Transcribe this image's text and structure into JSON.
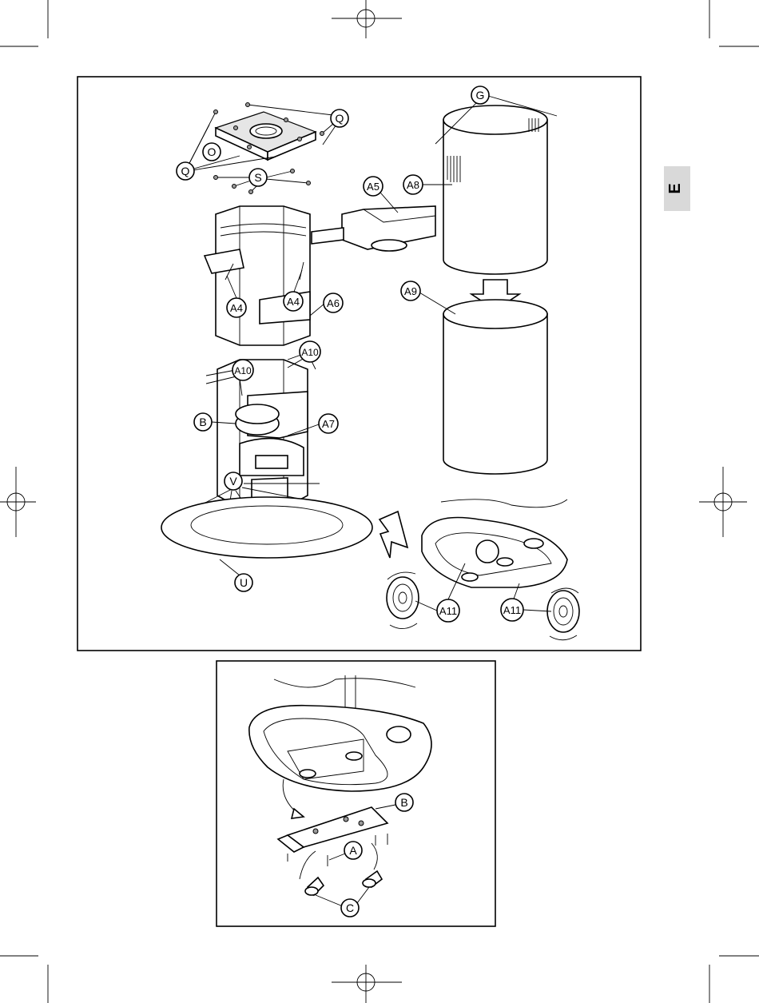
{
  "section_tab": {
    "letter": "E",
    "tab_color": "#d9d9d9"
  },
  "figure_top": {
    "callouts": {
      "G": "G",
      "Q1": "Q",
      "Q2": "Q",
      "O": "O",
      "S": "S",
      "A5": "A5",
      "A8": "A8",
      "A9": "A9",
      "A4a": "A4",
      "A4b": "A4",
      "A6": "A6",
      "A10a": "A10",
      "A10b": "A10",
      "B": "B",
      "A7": "A7",
      "V": "V",
      "U": "U",
      "A11a": "A11",
      "A11b": "A11"
    }
  },
  "figure_bottom": {
    "callouts": {
      "B": "B",
      "A": "A",
      "C": "C"
    }
  }
}
